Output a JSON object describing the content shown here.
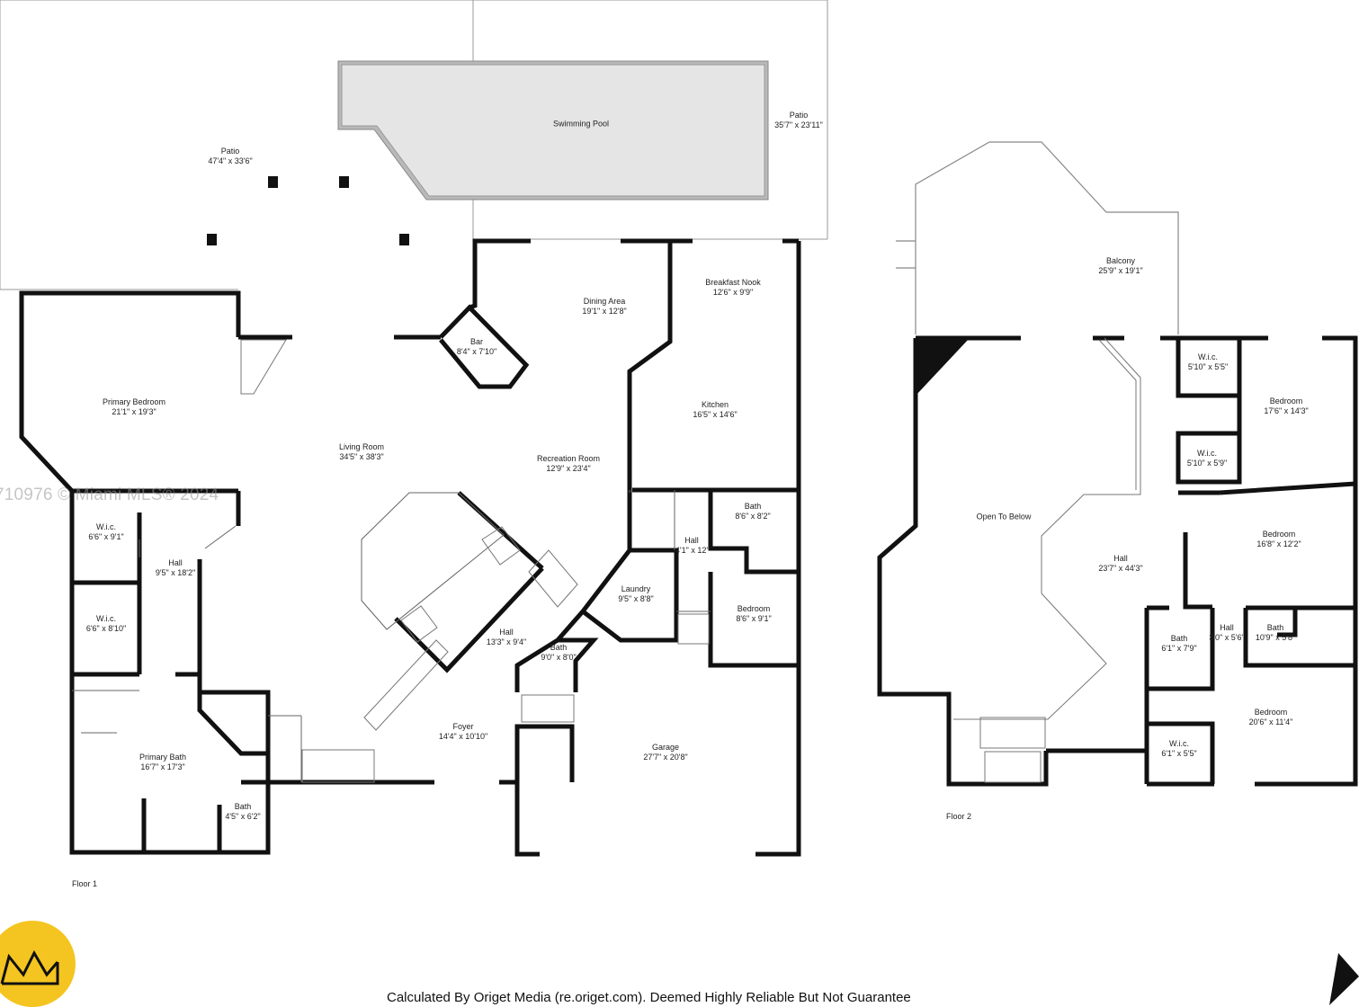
{
  "rooms": [
    {
      "id": "patio-left",
      "name": "Patio",
      "dims": "47'4\" x 33'6\""
    },
    {
      "id": "swimming-pool",
      "name": "Swimming Pool",
      "dims": ""
    },
    {
      "id": "patio-right",
      "name": "Patio",
      "dims": "35'7\" x 23'11\""
    },
    {
      "id": "primary-bedroom",
      "name": "Primary Bedroom",
      "dims": "21'1\" x 19'3\""
    },
    {
      "id": "bar",
      "name": "Bar",
      "dims": "8'4\" x 7'10\""
    },
    {
      "id": "dining-area",
      "name": "Dining Area",
      "dims": "19'1\" x 12'8\""
    },
    {
      "id": "breakfast-nook",
      "name": "Breakfast Nook",
      "dims": "12'6\" x 9'9\""
    },
    {
      "id": "kitchen",
      "name": "Kitchen",
      "dims": "16'5\" x 14'6\""
    },
    {
      "id": "living-room",
      "name": "Living Room",
      "dims": "34'5\" x 38'3\""
    },
    {
      "id": "recreation-room",
      "name": "Recreation Room",
      "dims": "12'9\" x 23'4\""
    },
    {
      "id": "wic-1",
      "name": "W.i.c.",
      "dims": "6'6\" x 9'1\""
    },
    {
      "id": "hall-1",
      "name": "Hall",
      "dims": "9'5\" x 18'2\""
    },
    {
      "id": "wic-2",
      "name": "W.i.c.",
      "dims": "6'6\" x 8'10\""
    },
    {
      "id": "bath-1",
      "name": "Bath",
      "dims": "8'6\" x 8'2\""
    },
    {
      "id": "hall-2",
      "name": "Hall",
      "dims": "4'1\" x 12'"
    },
    {
      "id": "laundry",
      "name": "Laundry",
      "dims": "9'5\" x 8'8\""
    },
    {
      "id": "bedroom-1",
      "name": "Bedroom",
      "dims": "8'6\" x 9'1\""
    },
    {
      "id": "hall-3",
      "name": "Hall",
      "dims": "13'3\" x 9'4\""
    },
    {
      "id": "bath-2",
      "name": "Bath",
      "dims": "9'0\" x 8'0\""
    },
    {
      "id": "foyer",
      "name": "Foyer",
      "dims": "14'4\" x 10'10\""
    },
    {
      "id": "primary-bath",
      "name": "Primary Bath",
      "dims": "16'7\" x 17'3\""
    },
    {
      "id": "garage",
      "name": "Garage",
      "dims": "27'7\" x 20'8\""
    },
    {
      "id": "bath-3",
      "name": "Bath",
      "dims": "4'5\" x 6'2\""
    },
    {
      "id": "balcony",
      "name": "Balcony",
      "dims": "25'9\" x 19'1\""
    },
    {
      "id": "wic-3",
      "name": "W.i.c.",
      "dims": "5'10\" x 5'5\""
    },
    {
      "id": "bedroom-2",
      "name": "Bedroom",
      "dims": "17'6\" x 14'3\""
    },
    {
      "id": "wic-4",
      "name": "W.i.c.",
      "dims": "5'10\" x 5'9\""
    },
    {
      "id": "open-to-below",
      "name": "Open To Below",
      "dims": ""
    },
    {
      "id": "bedroom-3",
      "name": "Bedroom",
      "dims": "16'8\" x 12'2\""
    },
    {
      "id": "hall-4",
      "name": "Hall",
      "dims": "23'7\" x 44'3\""
    },
    {
      "id": "bath-4",
      "name": "Bath",
      "dims": "6'1\" x 7'9\""
    },
    {
      "id": "hall-5",
      "name": "Hall",
      "dims": "3'0\" x 5'6\""
    },
    {
      "id": "bath-5",
      "name": "Bath",
      "dims": "10'9\" x 5'8\""
    },
    {
      "id": "bedroom-4",
      "name": "Bedroom",
      "dims": "20'6\" x 11'4\""
    },
    {
      "id": "wic-5",
      "name": "W.i.c.",
      "dims": "6'1\" x 5'5\""
    }
  ],
  "floors": {
    "floor1": "Floor 1",
    "floor2": "Floor 2"
  },
  "watermark": "710976 © Miami MLS® 2024",
  "footer": "Calculated By Origet Media (re.origet.com). Deemed Highly Reliable But Not Guarantee",
  "logo": {
    "icon": "origet-logo-icon",
    "color": "#f4c520"
  },
  "north_arrow": {
    "icon": "north-arrow-icon"
  }
}
